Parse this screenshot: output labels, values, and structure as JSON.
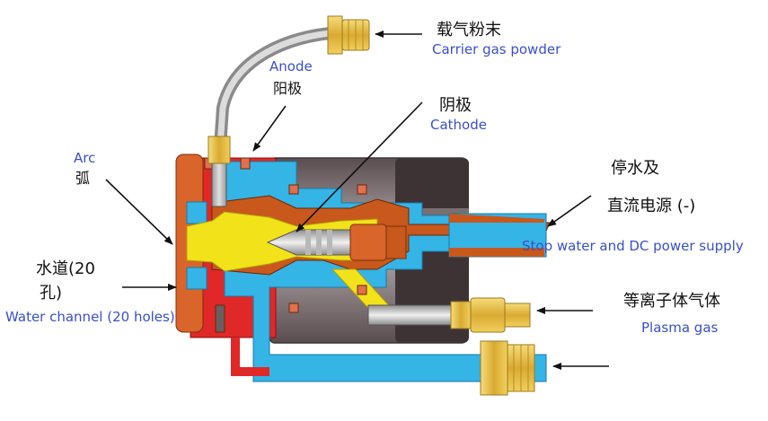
{
  "labels": {
    "carrier_zh": "载气粉末",
    "carrier_en": "Carrier gas powder",
    "anode_en": "Anode",
    "anode_zh": "阳极",
    "cathode_zh": "阴极",
    "cathode_en": "Cathode",
    "arc_en": "Arc",
    "arc_zh": "弧",
    "stop_zh_1": "停水及",
    "stop_zh_2": "直流电源 (-)",
    "stop_en": "Stop water and DC power supply",
    "water_zh_1": "水道(20",
    "water_zh_2": "孔)",
    "water_en": "Water channel (20 holes)",
    "plasma_zh": "等离子体气体",
    "plasma_en": "Plasma gas"
  },
  "colors": {
    "copper": "#c8581c",
    "red_anode": "#e02828",
    "water_blue": "#35b4e6",
    "cathode_yellow": "#f2e21a",
    "brass": "#e8c24a",
    "housing_dark": "#6b5e60",
    "housing_gray": "#a8a0a2",
    "label_blue": "#3a4fc9"
  }
}
